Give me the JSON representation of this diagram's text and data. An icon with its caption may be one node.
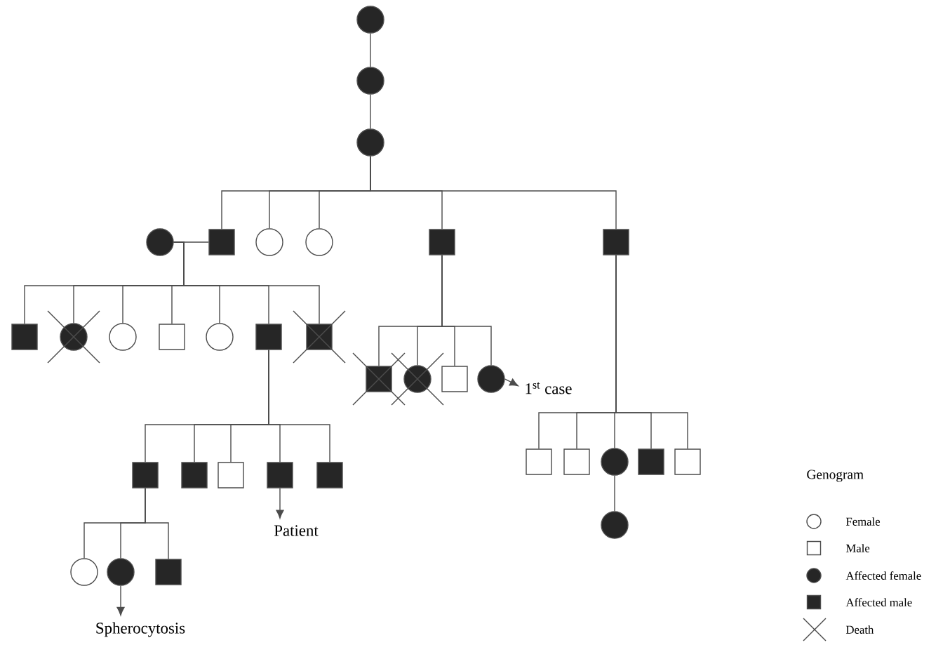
{
  "diagram": {
    "nodes": [
      {
        "text": [],
        "shape": "filled-circle"
      },
      {
        "text": [],
        "shape": "filled-circle"
      },
      {
        "text": [],
        "shape": "filled-circle"
      },
      {
        "text": [],
        "shape": "filled-circle"
      },
      {
        "text": [],
        "shape": "filled-box"
      },
      {
        "text": [],
        "shape": "circle"
      },
      {
        "text": [],
        "shape": "circle"
      },
      {
        "text": [],
        "shape": "filled-box"
      },
      {
        "text": [],
        "shape": "filled-box"
      },
      {
        "text": [],
        "shape": "filled-box"
      },
      {
        "text": [],
        "shape": "crossed-filled-circle"
      },
      {
        "text": [],
        "shape": "circle"
      },
      {
        "text": [],
        "shape": "box"
      },
      {
        "text": [],
        "shape": "circle"
      },
      {
        "text": [],
        "shape": "filled-box"
      },
      {
        "text": [],
        "shape": "crossed-filled-box"
      },
      {
        "text": [],
        "shape": "crossed-filled-box"
      },
      {
        "text": [],
        "shape": "crossed-filled-circle"
      },
      {
        "text": [],
        "shape": "box"
      },
      {
        "text": [],
        "shape": "filled-circle"
      },
      {
        "text": [
          "1$^{st}$ case"
        ]
      },
      {
        "text": [],
        "shape": "box"
      },
      {
        "text": [],
        "shape": "box"
      },
      {
        "text": [],
        "shape": "filled-circle"
      },
      {
        "text": [],
        "shape": "filled-box"
      },
      {
        "text": [],
        "shape": "box"
      },
      {
        "text": [],
        "shape": "filled-circle"
      },
      {
        "text": [],
        "shape": "filled-box"
      },
      {
        "text": [],
        "shape": "filled-box"
      },
      {
        "text": [],
        "shape": "box"
      },
      {
        "text": [],
        "shape": "filled-box"
      },
      {
        "text": [],
        "shape": "filled-box"
      },
      {
        "text": [
          "Patient"
        ]
      },
      {
        "text": [],
        "shape": "circle"
      },
      {
        "text": [],
        "shape": "filled-circle"
      },
      {
        "text": [],
        "shape": "filled-box"
      },
      {
        "text": [
          "Spherocytosis"
        ]
      }
    ],
    "edges": [
      {
        "from": 0,
        "to": 1,
        "arrow": "none"
      },
      {
        "from": 1,
        "to": 2,
        "arrow": "none"
      },
      {
        "from": 2,
        "to": 4,
        "arrow": "none"
      },
      {
        "from": 2,
        "to": 5,
        "arrow": "none"
      },
      {
        "from": 2,
        "to": 6,
        "arrow": "none"
      },
      {
        "from": 2,
        "to": 7,
        "arrow": "none"
      },
      {
        "from": 2,
        "to": 8,
        "arrow": "none"
      },
      {
        "from": 3,
        "to": 4,
        "arrow": "none"
      },
      {
        "from": 3,
        "to": 9,
        "arrow": "none"
      },
      {
        "from": 3,
        "to": 10,
        "arrow": "none"
      },
      {
        "from": 3,
        "to": 11,
        "arrow": "none"
      },
      {
        "from": 3,
        "to": 12,
        "arrow": "none"
      },
      {
        "from": 3,
        "to": 13,
        "arrow": "none"
      },
      {
        "from": 3,
        "to": 14,
        "arrow": "none"
      },
      {
        "from": 3,
        "to": 15,
        "arrow": "none"
      },
      {
        "from": 7,
        "to": 16,
        "arrow": "none"
      },
      {
        "from": 7,
        "to": 17,
        "arrow": "none"
      },
      {
        "from": 7,
        "to": 18,
        "arrow": "none"
      },
      {
        "from": 7,
        "to": 19,
        "arrow": "none"
      },
      {
        "from": 19,
        "to": 20,
        "arrow": "to"
      },
      {
        "from": 8,
        "to": 21,
        "arrow": "none"
      },
      {
        "from": 8,
        "to": 22,
        "arrow": "none"
      },
      {
        "from": 8,
        "to": 23,
        "arrow": "none"
      },
      {
        "from": 8,
        "to": 24,
        "arrow": "none"
      },
      {
        "from": 8,
        "to": 25,
        "arrow": "none"
      },
      {
        "from": 23,
        "to": 26,
        "arrow": "none"
      },
      {
        "from": 14,
        "to": 27,
        "arrow": "none"
      },
      {
        "from": 14,
        "to": 28,
        "arrow": "none"
      },
      {
        "from": 14,
        "to": 29,
        "arrow": "none"
      },
      {
        "from": 14,
        "to": 30,
        "arrow": "none"
      },
      {
        "from": 14,
        "to": 31,
        "arrow": "none"
      },
      {
        "from": 30,
        "to": 32,
        "arrow": "to"
      },
      {
        "from": 27,
        "to": 33,
        "arrow": "none"
      },
      {
        "from": 27,
        "to": 34,
        "arrow": "none"
      },
      {
        "from": 27,
        "to": 35,
        "arrow": "none"
      },
      {
        "from": 34,
        "to": 36,
        "arrow": "to"
      }
    ],
    "labels": [
      "Genogram"
    ],
    "legend": [
      {
        "text": "Female"
      },
      {
        "text": "Male"
      },
      {
        "text": "Affected female"
      },
      {
        "text": "Affected male"
      },
      {
        "text": "Death"
      }
    ]
  }
}
